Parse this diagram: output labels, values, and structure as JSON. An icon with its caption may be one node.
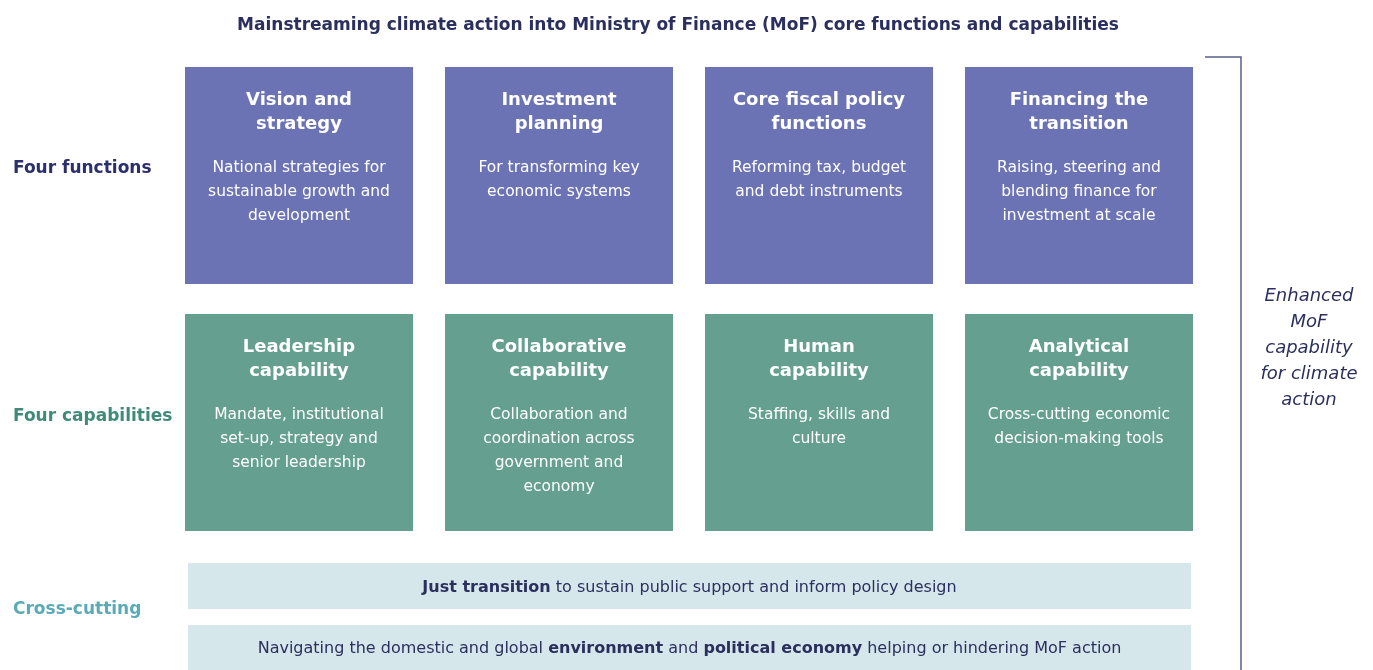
{
  "diagram": {
    "title": "Mainstreaming climate action into Ministry of Finance (MoF) core functions and capabilities",
    "nodes": [
      {
        "text": [
          "Vision and strategy",
          "National strategies for sustainable growth and development"
        ]
      },
      {
        "text": [
          "Investment planning",
          "For transforming key economic systems"
        ]
      },
      {
        "text": [
          "Core fiscal policy functions",
          "Reforming tax, budget and debt instruments"
        ]
      },
      {
        "text": [
          "Financing the transition",
          "Raising, steering and blending finance for investment at scale"
        ]
      },
      {
        "text": [
          "Leadership capability",
          "Mandate, institutional set-up, strategy and senior leadership"
        ]
      },
      {
        "text": [
          "Collaborative capability",
          "Collaboration and coordination across government and economy"
        ]
      },
      {
        "text": [
          "Human capability",
          "Staffing, skills and culture"
        ]
      },
      {
        "text": [
          "Analytical capability",
          "Cross-cutting economic decision-making tools"
        ]
      },
      {
        "text": [
          "**Just transition** to sustain public support and inform policy design"
        ]
      },
      {
        "text": [
          "Navigating the domestic and global **environment** and **political economy** helping or hindering MoF action"
        ]
      }
    ],
    "edges": [],
    "labels": [
      "Four functions",
      "Four capabilities",
      "Cross-cutting",
      "Enhanced MoF capability for climate action"
    ]
  }
}
